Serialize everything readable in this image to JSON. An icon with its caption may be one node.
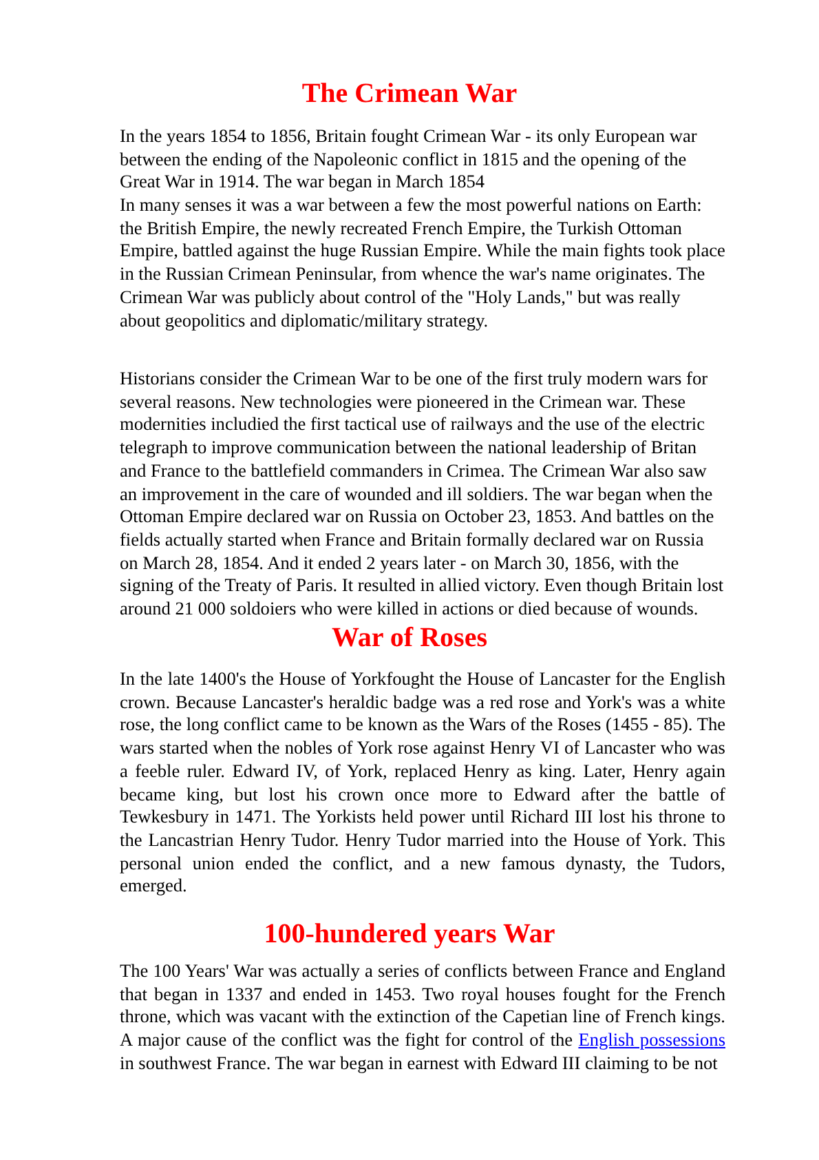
{
  "diagram": {
    "title": "The Crimean War",
    "labels": [
      "In the years 1854 to 1856, Britain fought Crimean War - its only European war between the ending of the Napoleonic conflict in 1815 and the opening of the Great War in 1914. The war began in March 1854",
      "In many senses it was a war between a few the most powerful nations on Earth: the British Empire, the newly recreated French Empire, the Turkish Ottoman Empire, battled against the huge Russian Empire. While the main fights took place in the Russian Crimean Peninsular, from whence the war's name originates. The Crimean War was publicly about control of the \"Holy Lands,\" but was really about geopolitics and diplomatic/military strategy.",
      "Historians consider the Crimean War to be one of the first truly modern wars for several reasons. New technologies were pioneered in the Crimean war. These modernities includied the first tactical use of railways and the use of the electric telegraph to improve communication between the national leadership of Britan and France to the battlefield commanders in Crimea. The Crimean War also saw an improvement in the care of wounded and ill soldiers. The war began when the Ottoman Empire declared war on Russia on October 23, 1853. And battles on the fields actually started when France and Britain formally declared war on Russia on March 28, 1854. And it ended 2 years later - on March 30, 1856, with the signing of the Treaty of Paris. It resulted in allied victory. Even though Britain lost around 21 000 soldoiers who were killed in actions or died because of wounds.",
      "War of Roses",
      "In the late 1400's the House of Yorkfought the House of Lancaster for the English crown. Because Lancaster's heraldic badge was a red rose and York's was a white rose, the long conflict came to be known as the Wars of the Roses (1455 - 85). The wars started when the nobles of York rose against Henry VI of Lancaster who was a feeble ruler. Edward IV, of York, replaced Henry as king. Later, Henry again became king, but lost his crown once more to Edward after the battle of Tewkesbury in 1471. The Yorkists held power until Richard III lost his throne to the Lancastrian Henry Tudor. Henry Tudor married into the House of York. This personal union ended the conflict, and a new famous dynasty, the Tudors, emerged.",
      "100-hundered years War",
      "The 100 Years' War was actually a series of conflicts between France and England that began in 1337 and ended in 1453. Two royal houses fought for the French throne, which was vacant with the extinction of the Capetian line of French kings. A major cause of the conflict was the fight for control of the",
      "English possessions",
      "in southwest France. The war began in earnest with Edward III claiming to be not"
    ]
  }
}
